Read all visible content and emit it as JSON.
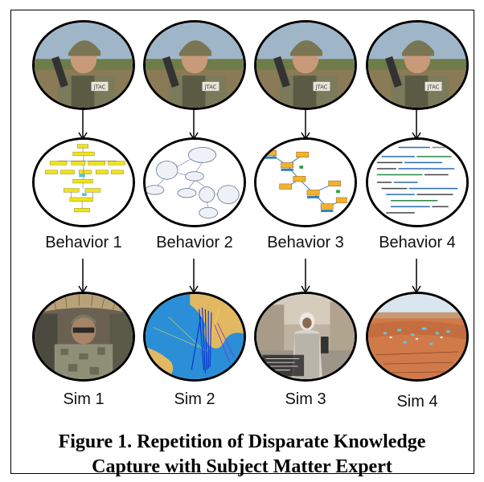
{
  "columns": [
    {
      "behavior_label": "Behavior 1",
      "sim_label": "Sim 1"
    },
    {
      "behavior_label": "Behavior 2",
      "sim_label": "Sim 2"
    },
    {
      "behavior_label": "Behavior 3",
      "sim_label": "Sim 3"
    },
    {
      "behavior_label": "Behavior 4",
      "sim_label": "Sim 4"
    }
  ],
  "sme_photo_badge": "JTAC",
  "caption": {
    "line1": "Figure 1. Repetition of Disparate Knowledge",
    "line2": "Capture with Subject Matter Expert"
  },
  "colors": {
    "outline": "#000000",
    "flowchart_box": "#f2e316",
    "flowchart_link": "#2e7fb5",
    "code_text": "#2b6cb0",
    "terrain_sea": "#2a8fd6",
    "terrain_sand": "#e3b862",
    "desert_ground": "#d07a4a"
  }
}
